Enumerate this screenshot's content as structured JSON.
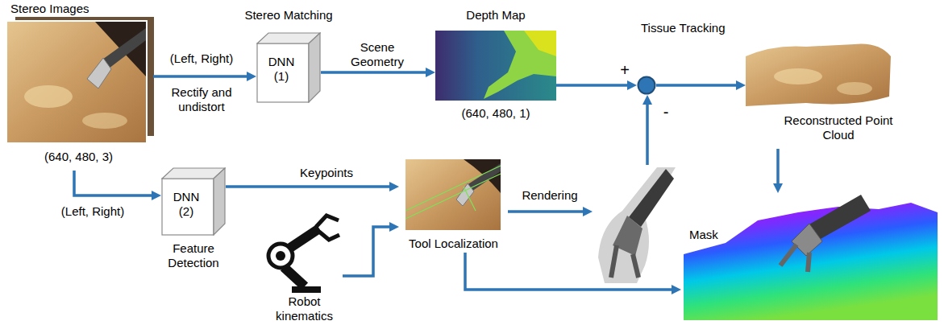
{
  "diagram": {
    "nodes": [
      {
        "text": [
          "Stereo Images",
          "(640, 480, 3)"
        ]
      },
      {
        "text": [
          "Stereo Matching",
          "DNN (1)"
        ]
      },
      {
        "text": [
          "Depth Map",
          "(640, 480, 1)"
        ]
      },
      {
        "text": [
          "Tissue Tracking"
        ]
      },
      {
        "text": [
          "Reconstructed Point Cloud"
        ]
      },
      {
        "text": [
          "DNN (2)",
          "Feature Detection"
        ]
      },
      {
        "text": [
          "Robot kinematics"
        ]
      },
      {
        "text": [
          "Tool Localization"
        ]
      },
      {
        "text": [
          "Mask"
        ]
      },
      {
        "text": []
      }
    ],
    "edges": [
      {
        "from": 0,
        "to": 1,
        "arrow": "to",
        "label": "(Left, Right)"
      },
      {
        "from": 1,
        "to": 2,
        "arrow": "to",
        "label": "Scene Geometry"
      },
      {
        "from": 2,
        "to": 3,
        "arrow": "to"
      },
      {
        "from": 3,
        "to": 4,
        "arrow": "to"
      },
      {
        "from": 0,
        "to": 5,
        "arrow": "to",
        "label": "(Left, Right)"
      },
      {
        "from": 5,
        "to": 7,
        "arrow": "to",
        "label": "Keypoints"
      },
      {
        "from": 6,
        "to": 7,
        "arrow": "to"
      },
      {
        "from": 7,
        "to": 8,
        "arrow": "to",
        "label": "Rendering"
      },
      {
        "from": 8,
        "to": 3,
        "arrow": "to"
      },
      {
        "from": 4,
        "to": 9,
        "arrow": "to"
      },
      {
        "from": 7,
        "to": 9,
        "arrow": "to"
      }
    ],
    "labels": [
      "Rectify and undistort",
      "+",
      "-"
    ]
  }
}
